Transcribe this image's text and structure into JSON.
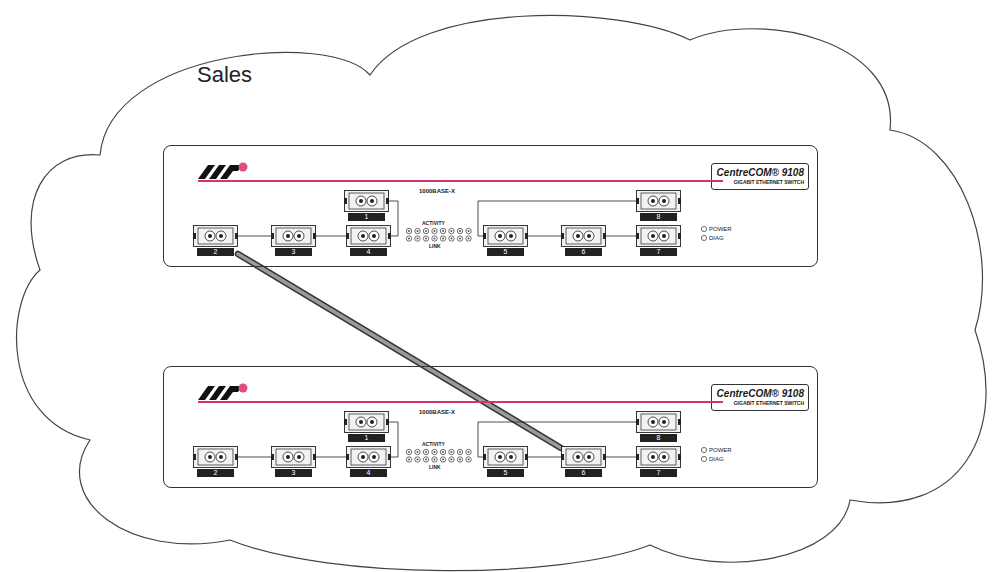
{
  "diagram": {
    "nodes": [
      {
        "text": [
          "Sales"
        ]
      },
      {
        "text": [
          "1000BASE-X",
          "ACTIVITY",
          "LINK",
          "POWER",
          "DIAG"
        ],
        "in": 0
      },
      {
        "text": [
          "CentreCOM® 9108",
          "GIGABIT ETHERNET SWITCH"
        ],
        "in": 1
      },
      {
        "text": [
          "1"
        ],
        "in": 1
      },
      {
        "text": [
          "8"
        ],
        "in": 1
      },
      {
        "text": [
          "2"
        ],
        "in": 1
      },
      {
        "text": [
          "3"
        ],
        "in": 1
      },
      {
        "text": [
          "4"
        ],
        "in": 1
      },
      {
        "text": [
          "5"
        ],
        "in": 1
      },
      {
        "text": [
          "6"
        ],
        "in": 1
      },
      {
        "text": [
          "7"
        ],
        "in": 1
      },
      {
        "text": [
          "1000BASE-X",
          "ACTIVITY",
          "LINK",
          "POWER",
          "DIAG"
        ],
        "in": 0
      },
      {
        "text": [
          "CentreCOM® 9108",
          "GIGABIT ETHERNET SWITCH"
        ],
        "in": 11
      },
      {
        "text": [
          "1"
        ],
        "in": 11
      },
      {
        "text": [
          "8"
        ],
        "in": 11
      },
      {
        "text": [
          "2"
        ],
        "in": 11
      },
      {
        "text": [
          "3"
        ],
        "in": 11
      },
      {
        "text": [
          "4"
        ],
        "in": 11
      },
      {
        "text": [
          "5"
        ],
        "in": 11
      },
      {
        "text": [
          "6"
        ],
        "in": 11
      },
      {
        "text": [
          "7"
        ],
        "in": 11
      }
    ],
    "edges": [
      {
        "from": 5,
        "to": 19,
        "arrow": "none"
      }
    ]
  }
}
